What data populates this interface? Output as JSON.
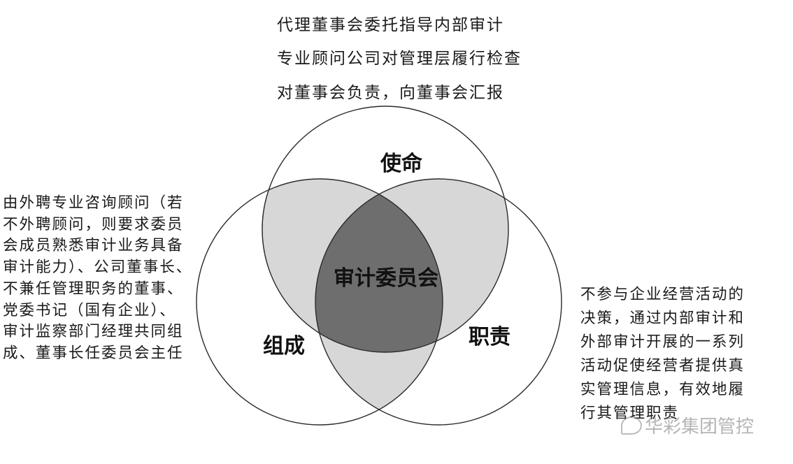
{
  "diagram": {
    "circles": {
      "mission": {
        "label": "使命"
      },
      "composition": {
        "label": "组成"
      },
      "duties": {
        "label": "职责"
      }
    },
    "center_label": "审计委员会",
    "colors": {
      "outline": "#2a2a2a",
      "pair_overlap": "#d7d7d7",
      "triple_overlap": "#6e6e6e",
      "background": "#ffffff"
    }
  },
  "mission_text": [
    "代理董事会委托指导内部审计",
    "专业顾问公司对管理层履行检查",
    "对董事会负责，向董事会汇报"
  ],
  "composition_text": [
    "由外聘专业咨询顾问（若",
    "不外聘顾问，则要求委员",
    "会成员熟悉审计业务具备",
    "审计能力）、公司董事长、",
    "不兼任管理职务的董事、",
    "党委书记（国有企业）、",
    "审计监察部门经理共同组",
    "成、董事长任委员会主任"
  ],
  "duties_text": [
    "不参与企业经营活动的",
    "决策，通过内部审计和",
    "外部审计开展的一系列",
    "活动促使经营者提供真",
    "实管理信息，有效地履",
    "行其管理职责"
  ],
  "watermark": {
    "text": "华彩集团管控",
    "icon": "wechat-icon"
  }
}
